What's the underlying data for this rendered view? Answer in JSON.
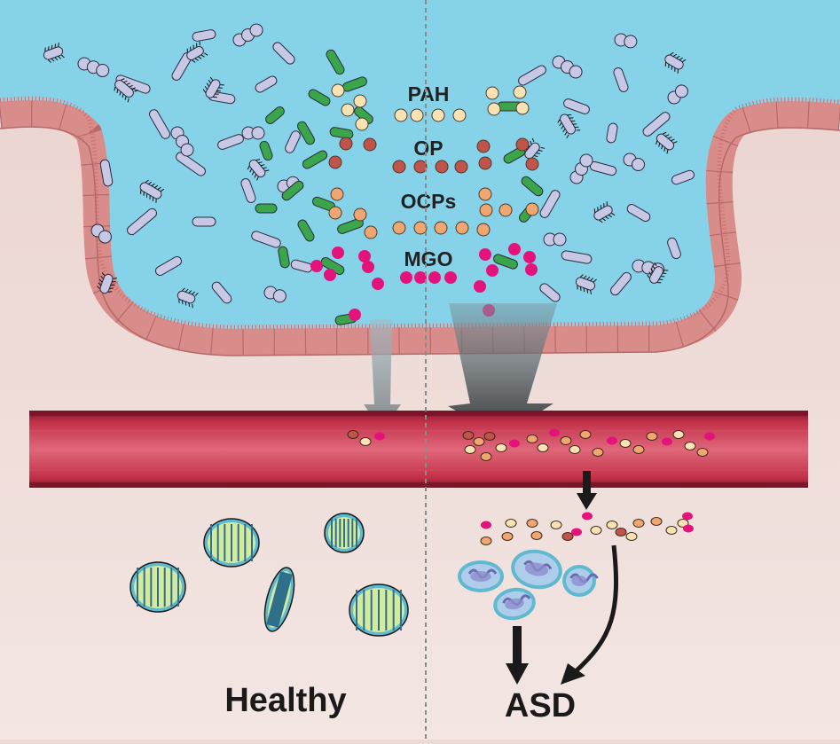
{
  "compound_labels": {
    "pah": "PAH",
    "op": "OP",
    "ocps": "OCPs",
    "mgo": "MGO"
  },
  "outcome_labels": {
    "healthy": "Healthy",
    "asd": "ASD"
  },
  "colors": {
    "lumen": "#86d3e9",
    "tissue_bg": "#ecdad6",
    "epithelium": "#d98d8a",
    "blood_vessel": "#b8243f",
    "pah_particle": "#fbe2b4",
    "op_particle": "#c0544a",
    "ocps_particle": "#f0a671",
    "mgo_particle": "#e4137b",
    "bacteria_gray": "#c6c8e6",
    "bacteria_green": "#3aa54a",
    "mito_healthy": "#d3ea9f",
    "mito_damaged": "#aecdeb"
  }
}
